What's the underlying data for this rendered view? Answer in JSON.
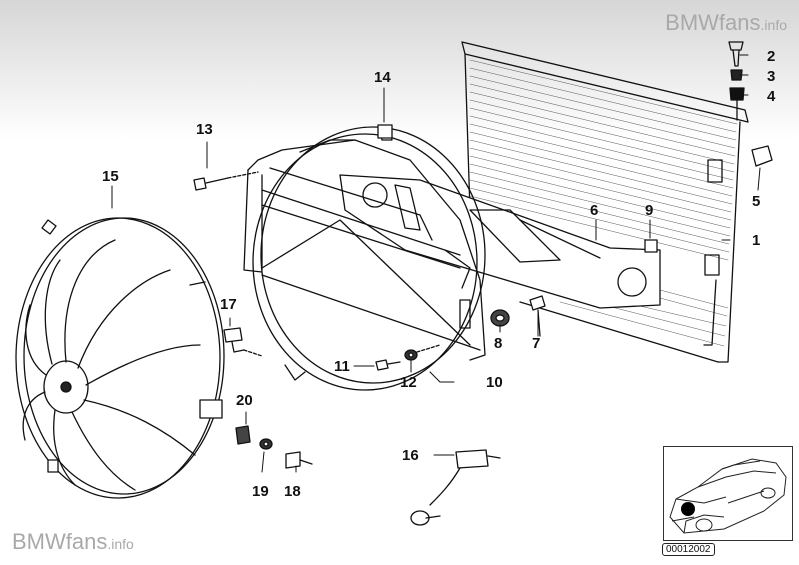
{
  "watermark": {
    "top": {
      "name": "BMWfans",
      "suffix": ".info"
    },
    "bottom": {
      "name": "BMWfans",
      "suffix": ".info"
    }
  },
  "parts": {
    "p1": "1",
    "p2": "2",
    "p3": "3",
    "p4": "4",
    "p5": "5",
    "p6": "6",
    "p7": "7",
    "p8": "8",
    "p9": "9",
    "p10": "10",
    "p11": "11",
    "p12": "12",
    "p13": "13",
    "p14": "14",
    "p15": "15",
    "p16": "16",
    "p17": "17",
    "p18": "18",
    "p19": "19",
    "p20": "20"
  },
  "reference_code": "00012002"
}
